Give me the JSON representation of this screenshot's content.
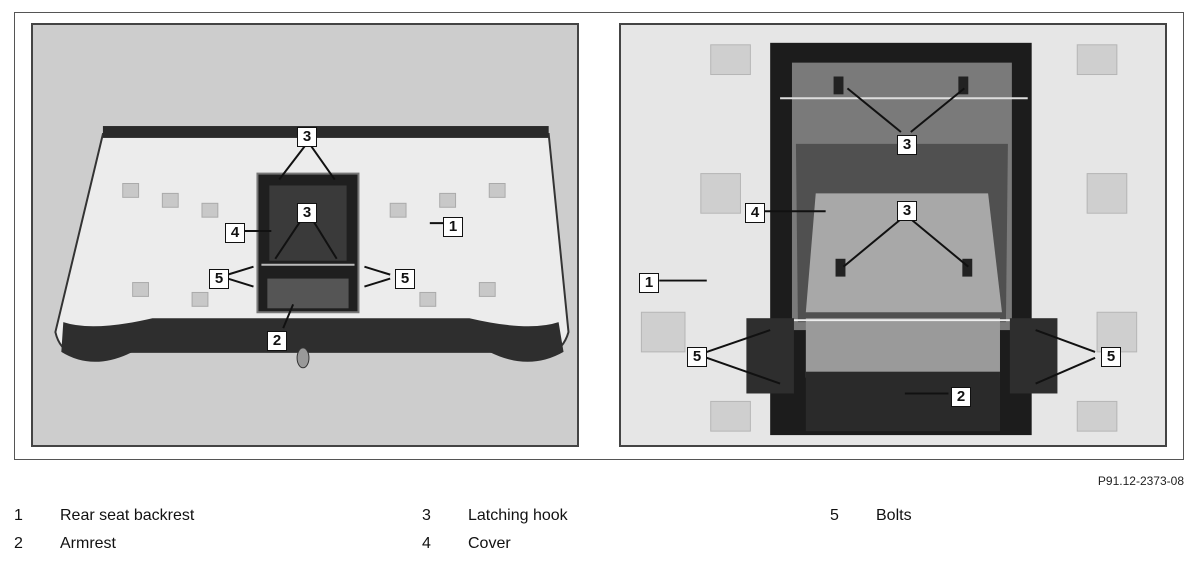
{
  "figure_reference": "P91.12-2373-08",
  "callouts": {
    "left": [
      {
        "id": "l3a",
        "num": "3"
      },
      {
        "id": "l3b",
        "num": "3"
      },
      {
        "id": "l4",
        "num": "4"
      },
      {
        "id": "l1",
        "num": "1"
      },
      {
        "id": "l5a",
        "num": "5"
      },
      {
        "id": "l5b",
        "num": "5"
      },
      {
        "id": "l2",
        "num": "2"
      }
    ],
    "right": [
      {
        "id": "r3a",
        "num": "3"
      },
      {
        "id": "r4",
        "num": "4"
      },
      {
        "id": "r3b",
        "num": "3"
      },
      {
        "id": "r1",
        "num": "1"
      },
      {
        "id": "r5a",
        "num": "5"
      },
      {
        "id": "r5b",
        "num": "5"
      },
      {
        "id": "r2",
        "num": "2"
      }
    ]
  },
  "legend": [
    {
      "num": "1",
      "label": "Rear seat backrest"
    },
    {
      "num": "2",
      "label": "Armrest"
    },
    {
      "num": "3",
      "label": "Latching hook"
    },
    {
      "num": "4",
      "label": "Cover"
    },
    {
      "num": "5",
      "label": "Bolts"
    }
  ]
}
